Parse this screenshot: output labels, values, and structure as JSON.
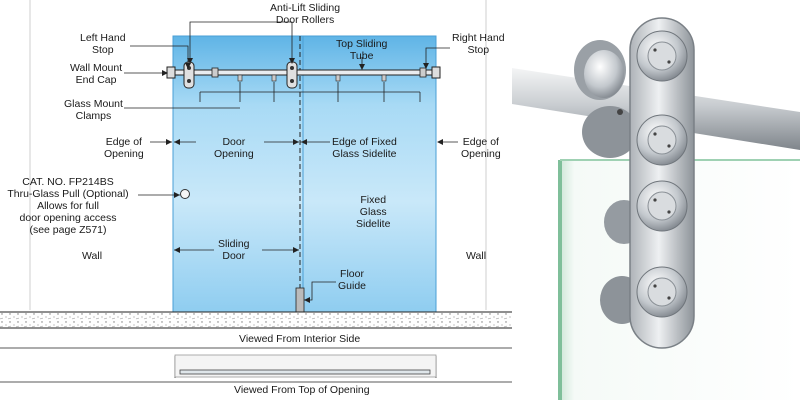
{
  "labels": {
    "anti_lift": [
      "Anti-Lift Sliding",
      "Door Rollers"
    ],
    "left_stop": [
      "Left Hand",
      "Stop"
    ],
    "top_tube": [
      "Top Sliding",
      "Tube"
    ],
    "right_stop": [
      "Right Hand",
      "Stop"
    ],
    "end_cap": [
      "Wall Mount",
      "End Cap"
    ],
    "clamps": [
      "Glass Mount",
      "Clamps"
    ],
    "edge_left": [
      "Edge of",
      "Opening"
    ],
    "door_opening": [
      "Door",
      "Opening"
    ],
    "edge_fixed": [
      "Edge of Fixed",
      "Glass Sidelite"
    ],
    "edge_right": [
      "Edge of",
      "Opening"
    ],
    "pull": [
      "CAT. NO. FP214BS",
      "Thru-Glass Pull (Optional)",
      "Allows for full",
      "door opening access",
      "(see page Z571)"
    ],
    "fixed_sidelite": [
      "Fixed",
      "Glass",
      "Sidelite"
    ],
    "wall_left": "Wall",
    "wall_right": "Wall",
    "sliding_door": [
      "Sliding",
      "Door"
    ],
    "floor_guide": [
      "Floor",
      "Guide"
    ]
  },
  "captions": {
    "interior": "Viewed From Interior Side",
    "top": "Viewed From Top of Opening"
  },
  "colors": {
    "glass_light": "#d7eefa",
    "glass_mid": "#9fd4f2",
    "glass_dark": "#5fb4e6",
    "line": "#222222",
    "steel_light": "#e6e8ea",
    "steel_dark": "#8b9096"
  }
}
